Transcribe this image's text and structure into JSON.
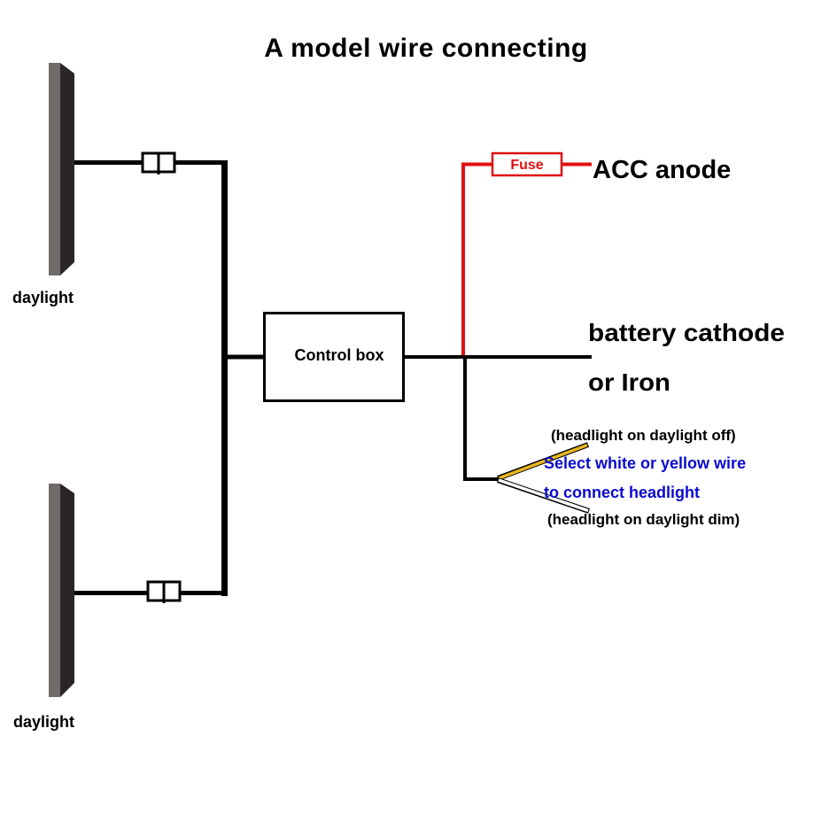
{
  "title": "A model wire connecting",
  "daylights": [
    {
      "id": "top",
      "label": "daylight"
    },
    {
      "id": "bottom",
      "label": "daylight"
    }
  ],
  "control_box": {
    "label": "Control box"
  },
  "fuse": {
    "label": "Fuse"
  },
  "terminals": {
    "acc_anode": "ACC anode",
    "battery_cathode_line1": "battery cathode",
    "battery_cathode_line2": "or Iron"
  },
  "headlight_wires": {
    "yellow_note": "(headlight on daylight off)",
    "instruction_line1": "Select white or yellow wire",
    "instruction_line2": "to connect headlight",
    "white_note": "(headlight on daylight dim)"
  },
  "colors": {
    "wire": "#000000",
    "power_wire": "#e01010",
    "fuse_text": "#e01010",
    "instruction_text": "#0a0ad0",
    "yellow_wire": "#e8b820",
    "white_wire": "#ffffff",
    "lamp_front": "#716a6a",
    "lamp_side": "#2a2627"
  }
}
